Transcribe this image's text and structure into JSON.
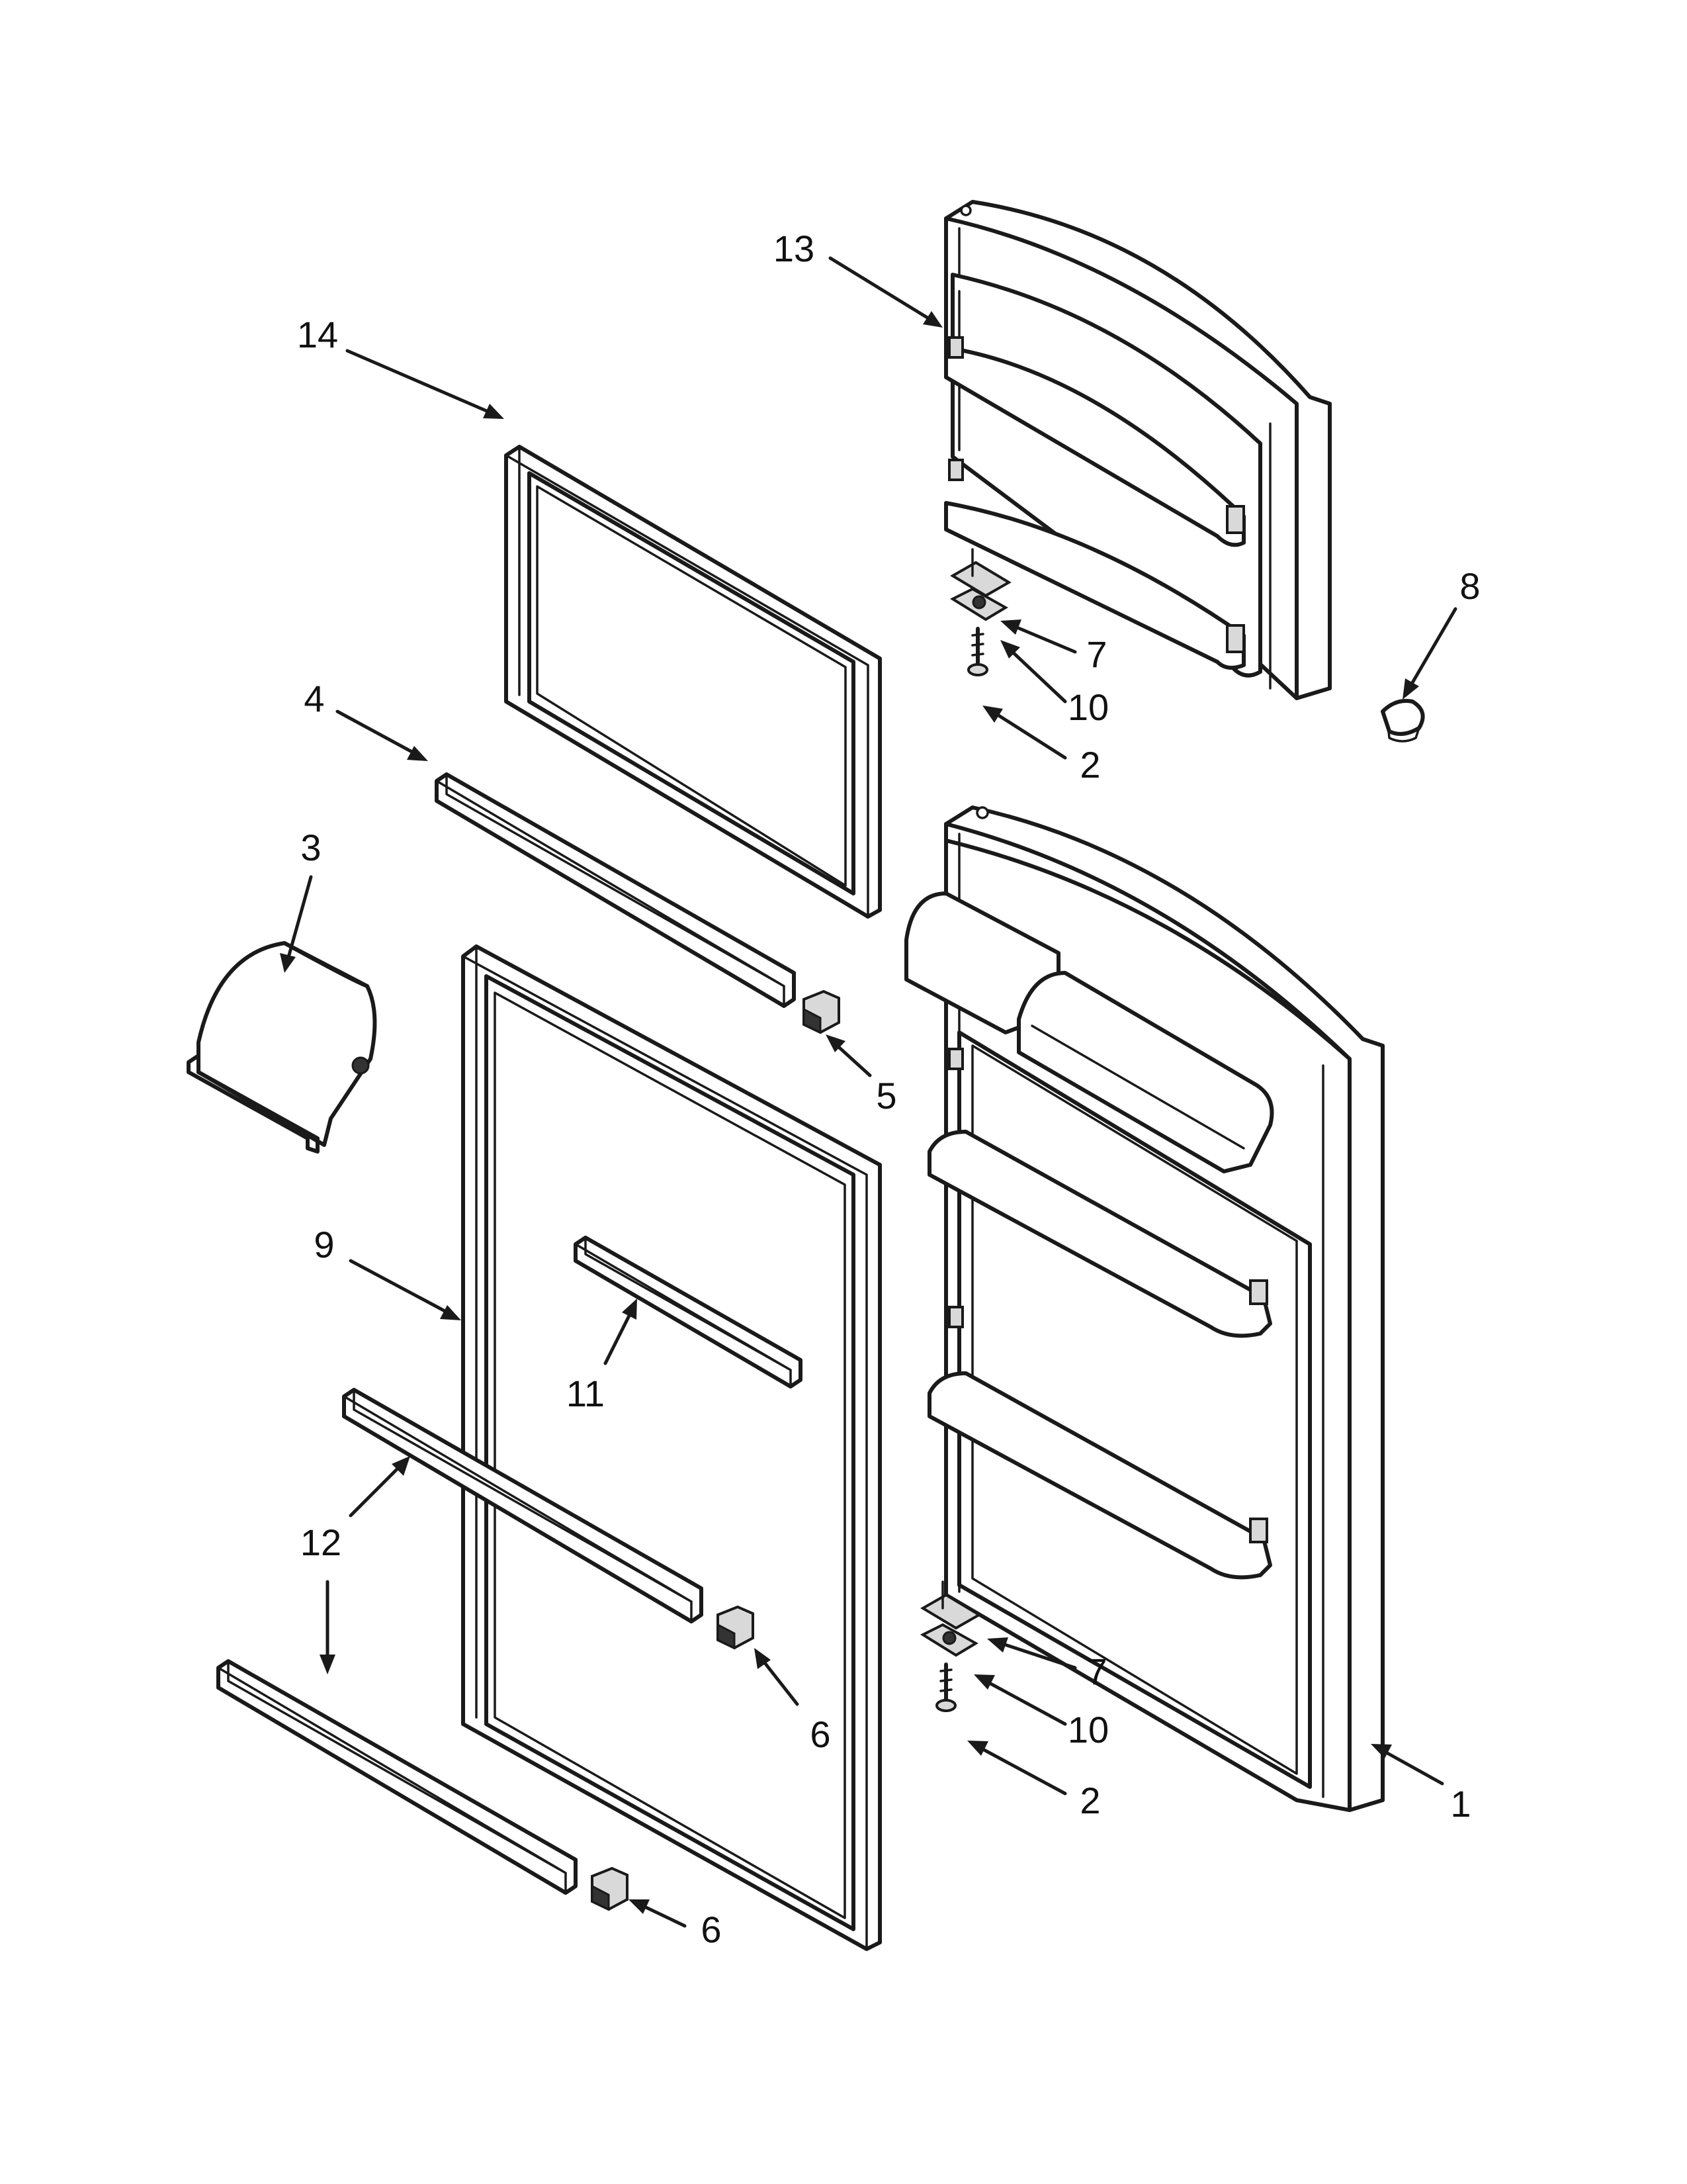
{
  "callouts": {
    "c1": "1",
    "c2_top": "2",
    "c2_bottom": "2",
    "c3": "3",
    "c4": "4",
    "c5": "5",
    "c6_middle": "6",
    "c6_bottom": "6",
    "c7_top": "7",
    "c7_bottom": "7",
    "c8": "8",
    "c9": "9",
    "c10_top": "10",
    "c10_bottom": "10",
    "c11": "11",
    "c12": "12",
    "c13": "13",
    "c14": "14"
  },
  "colors": {
    "line": "#1a1a1a",
    "background": "#ffffff",
    "shading": "#d9d9d9"
  }
}
